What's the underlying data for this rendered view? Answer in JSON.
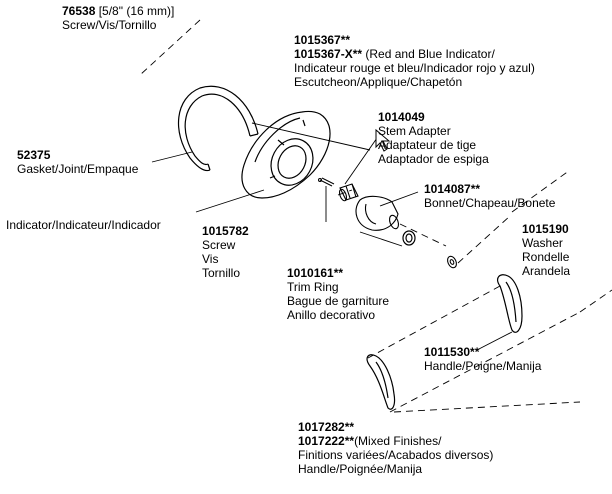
{
  "parts": {
    "screw_top": {
      "number": "76538",
      "size": " [5/8\" (16 mm)]",
      "desc": "Screw/Vis/Tornillo"
    },
    "escutcheon": {
      "number": "1015367**",
      "number_alt": "1015367-X**",
      "alt_note": " (Red and Blue Indicator/",
      "alt_note_2": "Indicateur rouge et bleu/Indicador rojo y azul)",
      "desc": "Escutcheon/Applique/Chapetón"
    },
    "stem_adapter": {
      "number": "1014049",
      "desc": [
        "Stem Adapter",
        "Adaptateur de tige",
        "Adaptador de espiga"
      ]
    },
    "gasket": {
      "number": "52375",
      "desc": "Gasket/Joint/Empaque"
    },
    "bonnet": {
      "number": "1014087**",
      "desc": "Bonnet/Chapeau/Bonete"
    },
    "indicator": {
      "desc": "Indicator/Indicateur/Indicador"
    },
    "screw_small": {
      "number": "1015782",
      "desc": [
        "Screw",
        "Vis",
        "Tornillo"
      ]
    },
    "washer": {
      "number": "1015190",
      "desc": [
        "Washer",
        "Rondelle",
        "Arandela"
      ]
    },
    "trim_ring": {
      "number": "1010161**",
      "desc": [
        "Trim Ring",
        "Bague de garniture",
        "Anillo decorativo"
      ]
    },
    "handle_1": {
      "number": "1011530**",
      "desc": "Handle/Poigne/Manija"
    },
    "handle_2": {
      "number": "1017282**",
      "number_alt": "1017222**",
      "alt_note": "(Mixed Finishes/",
      "alt_note_2": "Finitions variées/Acabados diversos)",
      "desc": "Handle/Poignée/Manija"
    }
  }
}
